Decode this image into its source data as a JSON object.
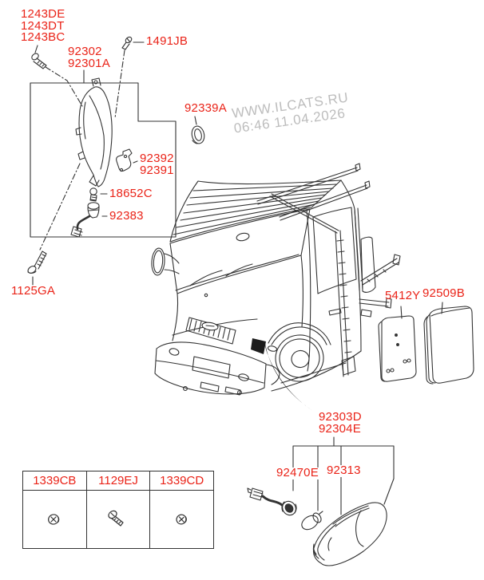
{
  "watermark": {
    "line1": "WWW.ILCATS.RU",
    "line2": "06:46 11.04.2026",
    "color": "#bdbdbd"
  },
  "callouts": {
    "bolt_group": {
      "lines": [
        "1243DE",
        "1243DT",
        "1243BC"
      ]
    },
    "headlamp_assy": {
      "lines": [
        "92302",
        "92301A"
      ]
    },
    "screw_1491jb": {
      "text": "1491JB"
    },
    "pad_92339a": {
      "text": "92339A"
    },
    "bracket_group": {
      "lines": [
        "92392",
        "92391"
      ]
    },
    "bulb_18652c": {
      "text": "18652C"
    },
    "socket_92383": {
      "text": "92383"
    },
    "bolt_1125ga": {
      "text": "1125GA"
    },
    "plate_5412y": {
      "text": "5412Y"
    },
    "reflector_92509b": {
      "text": "92509B"
    },
    "side_lamp_group": {
      "lines": [
        "92303D",
        "92304E"
      ]
    },
    "wiring_92470e": {
      "text": "92470E"
    },
    "bulb_92313": {
      "text": "92313"
    }
  },
  "fastener_table": {
    "columns": [
      {
        "code": "1339CB",
        "icon": "truss-screw-icon"
      },
      {
        "code": "1129EJ",
        "icon": "tapping-screw-icon"
      },
      {
        "code": "1339CD",
        "icon": "truss-screw-icon"
      }
    ]
  },
  "colors": {
    "label_red": "#ea2318",
    "line_dark": "#333333",
    "watermark_gray": "#bdbdbd"
  }
}
